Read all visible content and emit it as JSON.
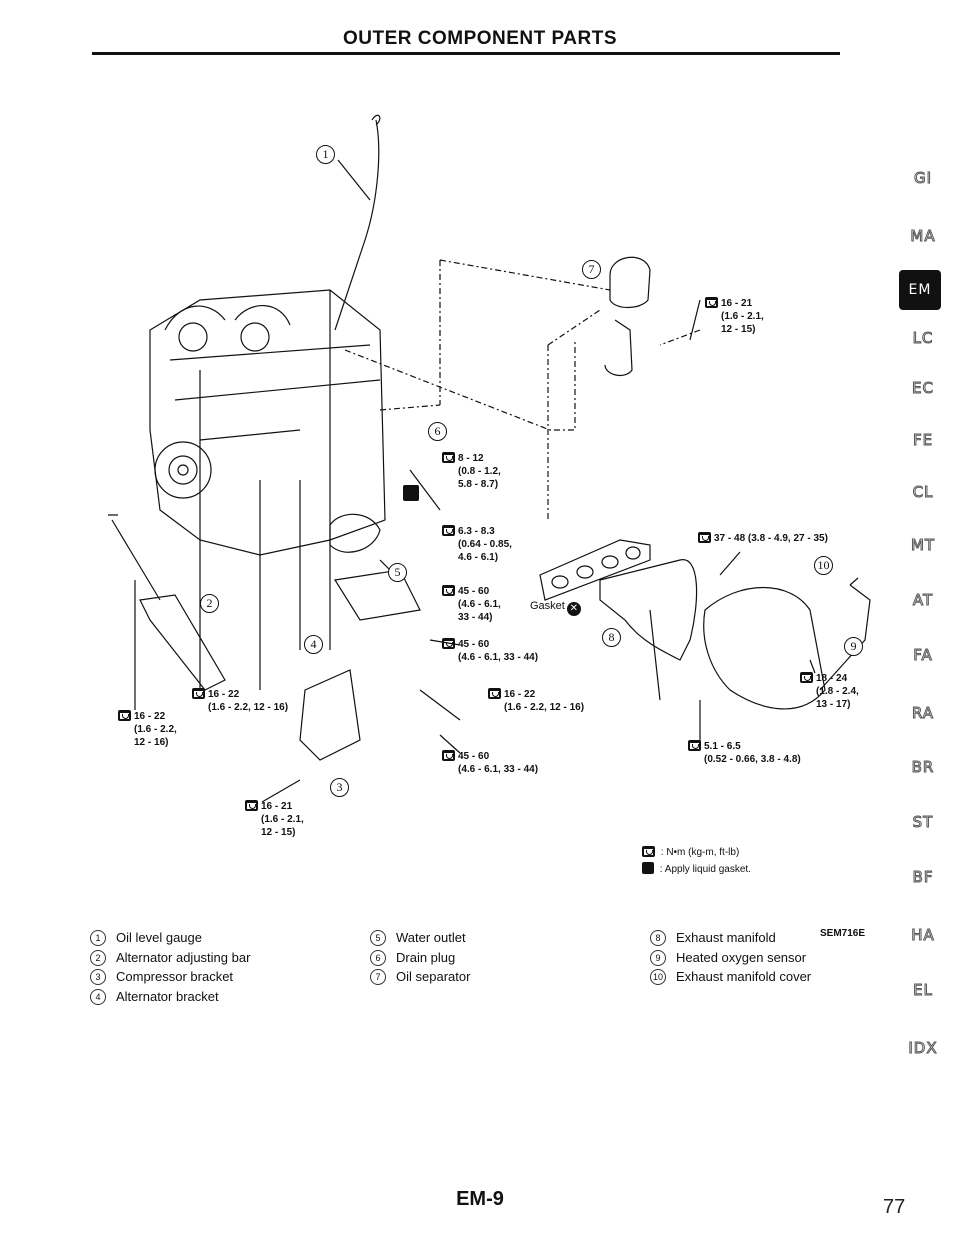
{
  "title": "OUTER COMPONENT PARTS",
  "callout_numbers": [
    "1",
    "2",
    "3",
    "4",
    "5",
    "6",
    "7",
    "8",
    "9",
    "10"
  ],
  "torque_labels": [
    "16 - 21\n(1.6 - 2.1,\n12 - 15)",
    "8 - 12\n(0.8 - 1.2,\n5.8 - 8.7)",
    "6.3 - 8.3\n(0.64 - 0.85,\n4.6 - 6.1)",
    "45 - 60\n(4.6 - 6.1,\n33 - 44)",
    "45 - 60\n(4.6 - 6.1, 33 - 44)",
    "37 - 48 (3.8 - 4.9, 27 - 35)",
    "18 - 24\n(1.8 - 2.4,\n13 - 17)",
    "16 - 22\n(1.6 - 2.2, 12 - 16)",
    "16 - 22\n(1.6 - 2.2,\n12 - 16)",
    "16 - 22\n(1.6 - 2.2, 12 - 16)",
    "45 - 60\n(4.6 - 6.1, 33 - 44)",
    "5.1 - 6.5\n(0.52 - 0.66, 3.8 - 4.8)",
    "16 - 21\n(1.6 - 2.1,\n12 - 15)"
  ],
  "gasket_label": "Gasket",
  "legend": {
    "torque": ": N•m (kg-m, ft-lb)",
    "liquid_gasket": ": Apply liquid gasket."
  },
  "figure_code": "SEM716E",
  "parts": [
    {
      "n": "1",
      "name": "Oil level gauge"
    },
    {
      "n": "2",
      "name": "Alternator adjusting bar"
    },
    {
      "n": "3",
      "name": "Compressor bracket"
    },
    {
      "n": "4",
      "name": "Alternator bracket"
    },
    {
      "n": "5",
      "name": "Water outlet"
    },
    {
      "n": "6",
      "name": "Drain plug"
    },
    {
      "n": "7",
      "name": "Oil separator"
    },
    {
      "n": "8",
      "name": "Exhaust manifold"
    },
    {
      "n": "9",
      "name": "Heated oxygen sensor"
    },
    {
      "n": "10",
      "name": "Exhaust manifold cover"
    }
  ],
  "side_tabs": [
    "GI",
    "MA",
    "EM",
    "LC",
    "EC",
    "FE",
    "CL",
    "MT",
    "AT",
    "FA",
    "RA",
    "BR",
    "ST",
    "BF",
    "HA",
    "EL",
    "IDX"
  ],
  "active_tab": "EM",
  "footer": "EM-9",
  "page_number": "77"
}
